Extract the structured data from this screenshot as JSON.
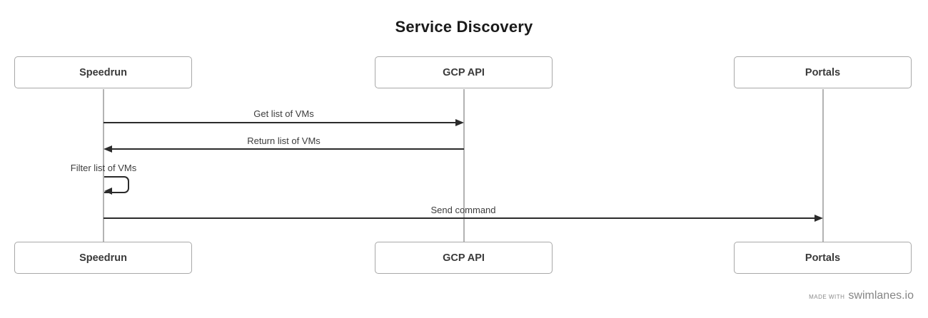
{
  "title": "Service Discovery",
  "actors": [
    {
      "label": "Speedrun"
    },
    {
      "label": "GCP API"
    },
    {
      "label": "Portals"
    }
  ],
  "messages": [
    {
      "label": "Get list of VMs",
      "from": "Speedrun",
      "to": "GCP API",
      "direction": "right"
    },
    {
      "label": "Return list of VMs",
      "from": "GCP API",
      "to": "Speedrun",
      "direction": "left"
    },
    {
      "label": "Filter list of VMs",
      "from": "Speedrun",
      "to": "Speedrun",
      "direction": "self"
    },
    {
      "label": "Send command",
      "from": "Speedrun",
      "to": "Portals",
      "direction": "right"
    }
  ],
  "footer": {
    "made_with": "made with",
    "brand": "swimlanes.io"
  },
  "colors": {
    "arrow": "#2b2b2b",
    "lifeline": "#b3b3b3",
    "actor_border": "#a8a8a8",
    "actor_text": "#3a3a3a",
    "message_text": "#3d3d3d",
    "title_text": "#1a1a1a",
    "footer_text": "#8b8b8b",
    "background": "#ffffff"
  }
}
